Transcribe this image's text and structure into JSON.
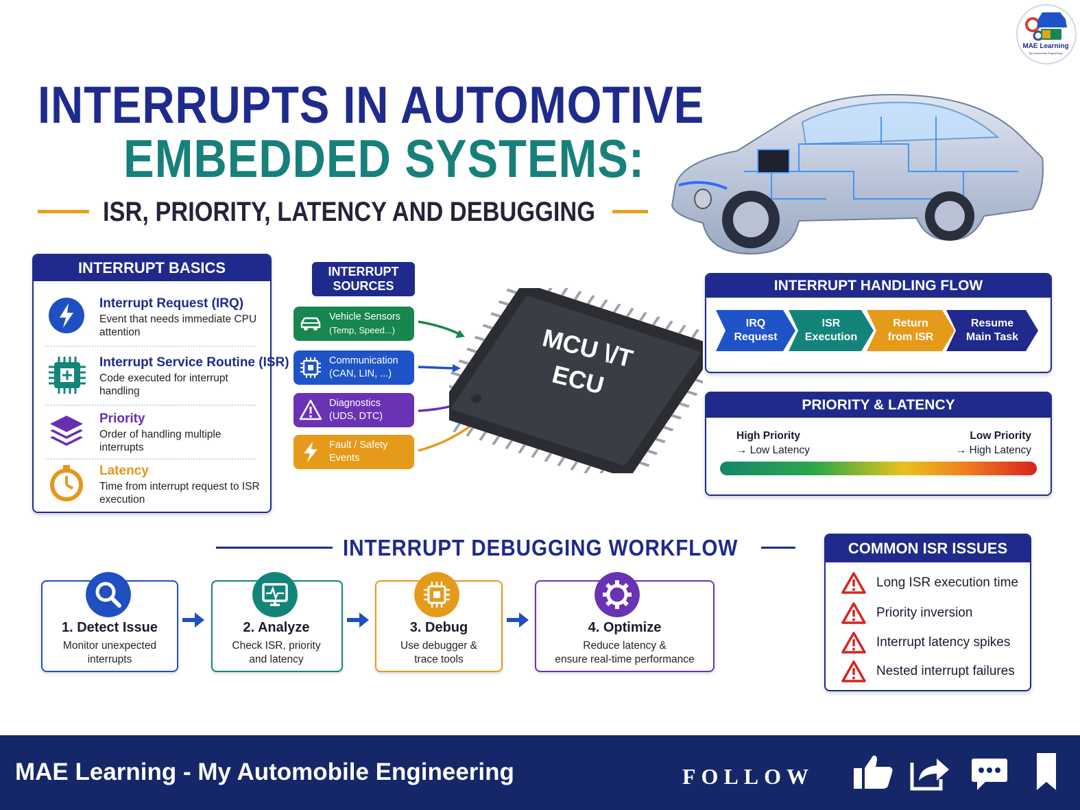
{
  "logo": {
    "name": "MAE Learning",
    "tagline": "My Automobile Engineering"
  },
  "title": {
    "line1": "INTERRUPTS IN AUTOMOTIVE",
    "line2": "EMBEDDED SYSTEMS:",
    "subtitle": "ISR, PRIORITY, LATENCY AND DEBUGGING"
  },
  "basics": {
    "heading": "INTERRUPT BASICS",
    "items": [
      {
        "title": "Interrupt Request (IRQ)",
        "desc": "Event that needs immediate CPU attention",
        "icon": "lightning-icon",
        "color": "#1f4fc0"
      },
      {
        "title": "Interrupt Service Routine (ISR)",
        "desc": "Code executed for interrupt handling",
        "icon": "chip-icon",
        "color": "#13847a"
      },
      {
        "title": "Priority",
        "desc": "Order of handling multiple interrupts",
        "icon": "layers-icon",
        "color": "#6a2fb0"
      },
      {
        "title": "Latency",
        "desc": "Time from interrupt request to ISR execution",
        "icon": "stopwatch-icon",
        "color": "#e6961c"
      }
    ]
  },
  "sources": {
    "heading_line1": "INTERRUPT",
    "heading_line2": "SOURCES",
    "items": [
      {
        "line1": "Vehicle Sensors",
        "line2": "(Temp, Speed...)",
        "icon": "car-icon",
        "color": "#17864f"
      },
      {
        "line1": "Communication",
        "line2": "(CAN, LIN, ...)",
        "icon": "chip-icon",
        "color": "#1f54c8"
      },
      {
        "line1": "Diagnostics",
        "line2": "(UDS, DTC)",
        "icon": "warning-icon",
        "color": "#6a32b4"
      },
      {
        "line1": "Fault / Safety",
        "line2": "Events",
        "icon": "lightning-icon",
        "color": "#e69a1a"
      }
    ]
  },
  "mcu": {
    "line1": "MCU \\/T",
    "line2": "ECU"
  },
  "flow": {
    "heading": "INTERRUPT HANDLING FLOW",
    "steps": [
      {
        "line1": "IRQ",
        "line2": "Request",
        "color": "#1f54c8"
      },
      {
        "line1": "ISR",
        "line2": "Execution",
        "color": "#13847a"
      },
      {
        "line1": "Return",
        "line2": "from ISR",
        "color": "#e69a1a"
      },
      {
        "line1": "Resume",
        "line2": "Main Task",
        "color": "#1f2a8c"
      }
    ]
  },
  "priority": {
    "heading": "PRIORITY & LATENCY",
    "left_line1": "High Priority",
    "left_line2": "→ Low Latency",
    "right_line1": "Low Priority",
    "right_line2": "→ High Latency"
  },
  "workflow": {
    "heading": "INTERRUPT DEBUGGING WORKFLOW",
    "steps": [
      {
        "title": "1. Detect Issue",
        "desc_line1": "Monitor unexpected",
        "desc_line2": "interrupts",
        "icon": "magnifier-icon",
        "color": "#1f4fc0"
      },
      {
        "title": "2. Analyze",
        "desc_line1": "Check ISR, priority",
        "desc_line2": "and latency",
        "icon": "monitor-icon",
        "color": "#13847a"
      },
      {
        "title": "3. Debug",
        "desc_line1": "Use debugger &",
        "desc_line2": "trace tools",
        "icon": "chip-icon",
        "color": "#e69a1a"
      },
      {
        "title": "4. Optimize",
        "desc_line1": "Reduce latency &",
        "desc_line2": "ensure real-time performance",
        "icon": "gear-icon",
        "color": "#6a32b4"
      }
    ]
  },
  "issues": {
    "heading": "COMMON ISR ISSUES",
    "items": [
      "Long ISR execution time",
      "Priority inversion",
      "Interrupt latency spikes",
      "Nested interrupt failures"
    ]
  },
  "footer": {
    "title": "MAE Learning - My Automobile Engineering",
    "follow": "FOLLOW",
    "actions": [
      "thumbs-up-icon",
      "share-icon",
      "comment-icon",
      "bookmark-icon"
    ]
  }
}
